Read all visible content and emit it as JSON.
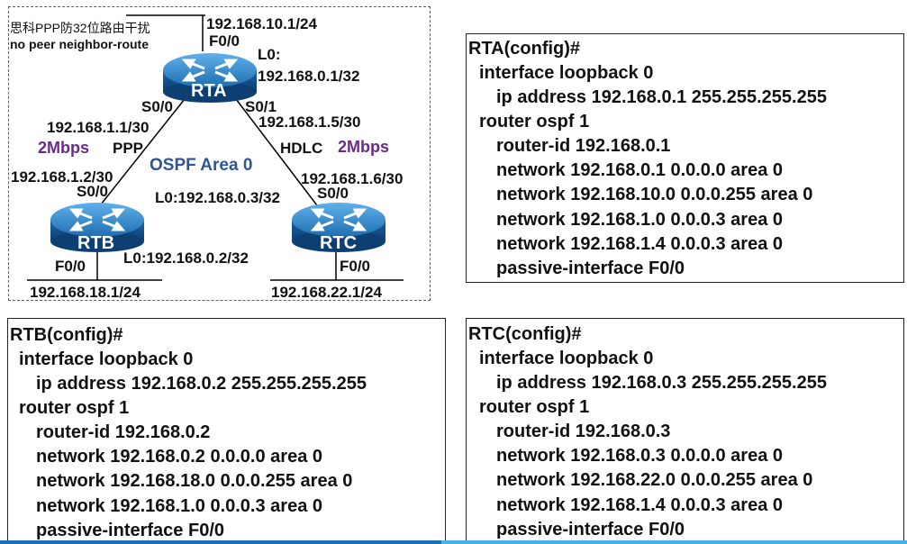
{
  "topology": {
    "note_line1": "思科PPP防32位路由干扰",
    "note_line2": "no peer neighbor-route",
    "area_label": "OSPF Area 0",
    "routers": [
      {
        "name": "RTA"
      },
      {
        "name": "RTB"
      },
      {
        "name": "RTC"
      }
    ],
    "labels": {
      "rta_f0_ip": "192.168.10.1/24",
      "rta_f0_if": "F0/0",
      "rta_l0_if": "L0:",
      "rta_l0_ip": "192.168.0.1/32",
      "rta_s00_if": "S0/0",
      "rta_s01_if": "S0/1",
      "rta_s00_ip": "192.168.1.1/30",
      "rta_s01_ip": "192.168.1.5/30",
      "rate_left": "2Mbps",
      "encap_left": "PPP",
      "encap_right": "HDLC",
      "rate_right": "2Mbps",
      "rtb_s00_ip": "192.168.1.2/30",
      "rtb_s00_if": "S0/0",
      "rtc_s00_ip": "192.168.1.6/30",
      "rtc_s00_if": "S0/0",
      "rtc_l0": "L0:192.168.0.3/32",
      "rtb_l0": "L0:192.168.0.2/32",
      "rtb_f0_if": "F0/0",
      "rtc_f0_if": "F0/0",
      "rtb_f0_ip": "192.168.18.1/24",
      "rtc_f0_ip": "192.168.22.1/24"
    }
  },
  "configs": {
    "rta": [
      "RTA(config)#",
      "interface loopback 0",
      "ip address  192.168.0.1  255.255.255.255",
      "router ospf 1",
      "router-id 192.168.0.1",
      "network  192.168.0.1  0.0.0.0  area 0",
      "network  192.168.10.0  0.0.0.255  area 0",
      "network  192.168.1.0  0.0.0.3  area 0",
      "network  192.168.1.4  0.0.0.3  area 0",
      "passive-interface F0/0"
    ],
    "rtb": [
      "RTB(config)#",
      "interface loopback 0",
      "ip address  192.168.0.2  255.255.255.255",
      "router ospf 1",
      "router-id 192.168.0.2",
      "network  192.168.0.2  0.0.0.0  area 0",
      "network  192.168.18.0  0.0.0.255  area 0",
      "network  192.168.1.0  0.0.0.3  area 0",
      "passive-interface F0/0"
    ],
    "rtc": [
      "RTC(config)#",
      "interface loopback 0",
      "ip address  192.168.0.3  255.255.255.255",
      "router ospf 1",
      "router-id 192.168.0.3",
      "network  192.168.0.3  0.0.0.0  area 0",
      "network  192.168.22.0  0.0.0.255  area 0",
      "network  192.168.1.4  0.0.0.3  area 0",
      "passive-interface F0/0"
    ]
  },
  "colors": {
    "router_blue": "#1f6fb0",
    "area_blue": "#2f5597",
    "rate_purple": "#6b2a8a",
    "border_dashed": "#3a5fa8"
  }
}
